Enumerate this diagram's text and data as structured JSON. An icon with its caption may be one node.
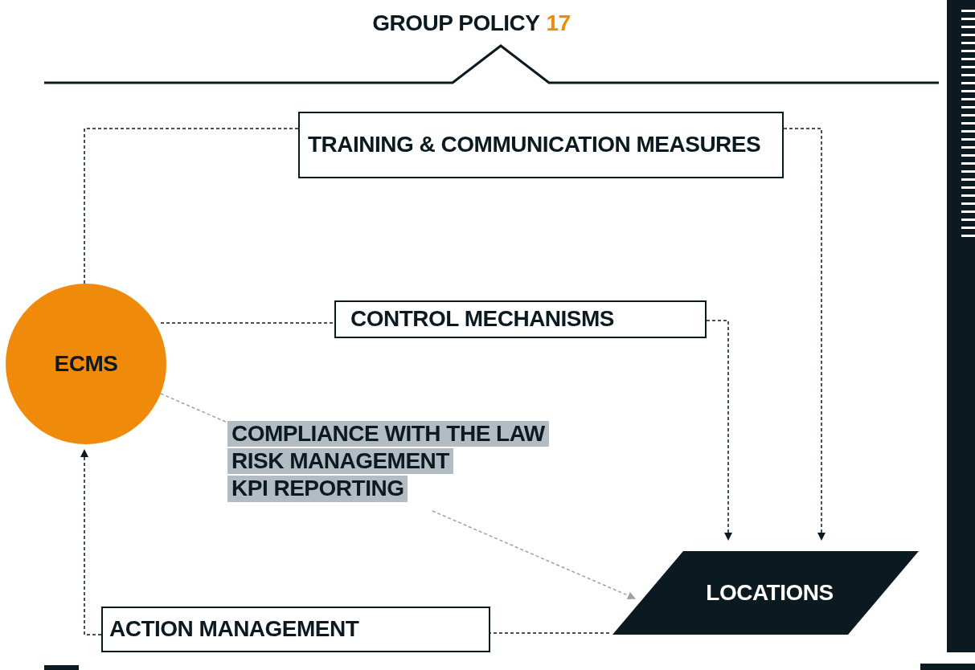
{
  "diagram": {
    "title": "GROUP POLICY",
    "labels": [
      "17"
    ],
    "nodes": [
      {
        "text": [
          "ECMS"
        ]
      },
      {
        "text": [
          "TRAINING & COMMUNICATION MEASURES"
        ]
      },
      {
        "text": [
          "CONTROL MECHANISMS"
        ]
      },
      {
        "text": [
          "COMPLIANCE WITH THE LAW",
          "RISK MANAGEMENT",
          "KPI REPORTING"
        ]
      },
      {
        "text": [
          "LOCATIONS"
        ]
      },
      {
        "text": [
          "ACTION MANAGEMENT"
        ]
      }
    ],
    "edges": [
      {
        "from": 0,
        "to": 1,
        "arrow": "none",
        "style": "dashed"
      },
      {
        "from": 1,
        "to": 4,
        "arrow": "to",
        "style": "dashed"
      },
      {
        "from": 0,
        "to": 2,
        "arrow": "none",
        "style": "dashed"
      },
      {
        "from": 2,
        "to": 4,
        "arrow": "to",
        "style": "dashed"
      },
      {
        "from": 0,
        "to": 3,
        "arrow": "none",
        "style": "dashed",
        "color": "#9aa0a6"
      },
      {
        "from": 3,
        "to": 4,
        "arrow": "to",
        "style": "dashed",
        "color": "#9aa0a6"
      },
      {
        "from": 4,
        "to": 5,
        "arrow": "none",
        "style": "dashed"
      },
      {
        "from": 5,
        "to": 0,
        "arrow": "to",
        "style": "dashed"
      }
    ]
  }
}
